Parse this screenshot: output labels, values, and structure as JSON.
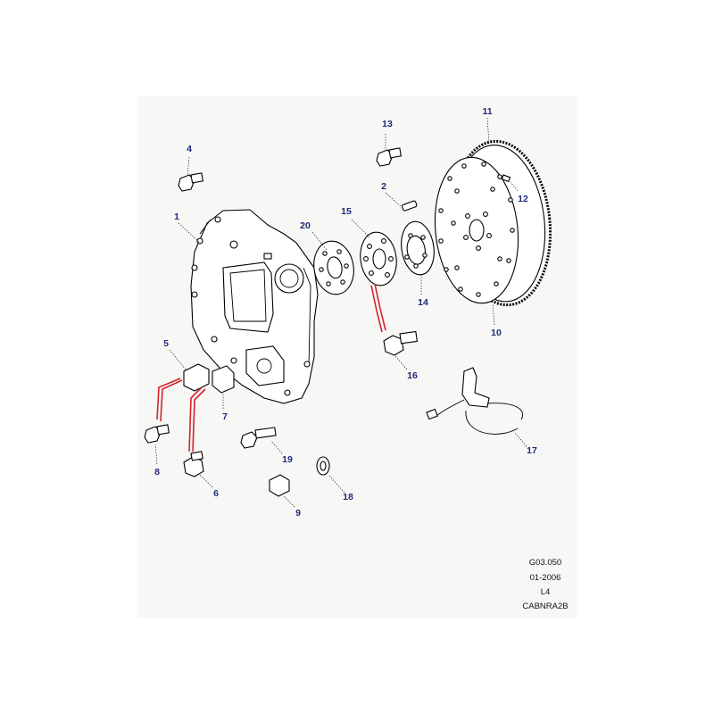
{
  "callouts": {
    "c1": "1",
    "c2": "2",
    "c4": "4",
    "c5": "5",
    "c6": "6",
    "c7": "7",
    "c8": "8",
    "c9": "9",
    "c10": "10",
    "c11": "11",
    "c12": "12",
    "c13": "13",
    "c14": "14",
    "c15": "15",
    "c16": "16",
    "c17": "17",
    "c18": "18",
    "c19": "19",
    "c20": "20"
  },
  "meta": {
    "ref": "G03.050",
    "date": "01-2006",
    "engine": "L4",
    "code": "CABNRA2B"
  },
  "colors": {
    "callout": "#1f2a78",
    "relation_lines": "#d4232b",
    "panel": "#f7f7f5"
  }
}
